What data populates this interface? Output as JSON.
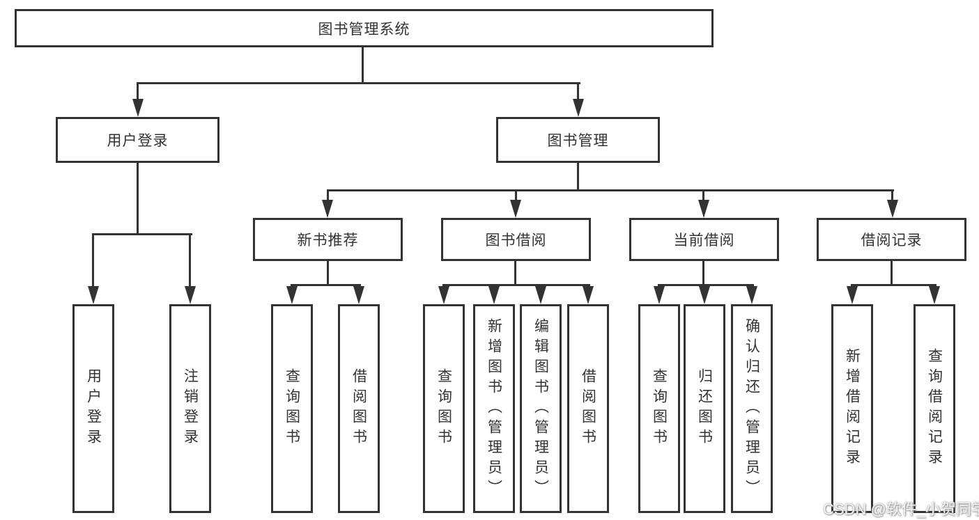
{
  "diagram": {
    "root": {
      "label": "图书管理系统"
    },
    "level2": [
      {
        "label": "用户登录"
      },
      {
        "label": "图书管理"
      }
    ],
    "level3": [
      {
        "label": "新书推荐"
      },
      {
        "label": "图书借阅"
      },
      {
        "label": "当前借阅"
      },
      {
        "label": "借阅记录"
      }
    ],
    "leaves": {
      "userLogin": [
        "用户登录",
        "注销登录"
      ],
      "newBookRecommend": [
        "查询图书",
        "借阅图书"
      ],
      "bookBorrowing": [
        "查询图书",
        "新增图书（管理员）",
        "编辑图书（管理员）",
        "借阅图书"
      ],
      "currentBorrowing": [
        "查询图书",
        "归还图书",
        "确认归还（管理员）"
      ],
      "borrowingRecords": [
        "新增借阅记录",
        "查询借阅记录"
      ]
    }
  },
  "watermark": {
    "text": "CSDN @软件_小贺同学"
  },
  "colors": {
    "line": "#333333",
    "text": "#333333",
    "background": "#ffffff",
    "watermark": "#f5f5f5",
    "watermark_shadow": "#8a8a8a"
  }
}
